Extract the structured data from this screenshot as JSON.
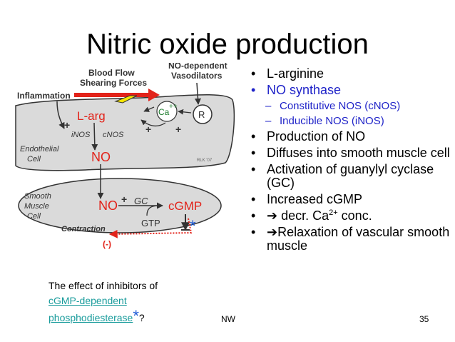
{
  "title": "Nitric oxide production",
  "diagram": {
    "blood_flow": "Blood Flow",
    "shearing_forces": "Shearing Forces",
    "no_dependent": "NO-dependent",
    "vasodilators": "Vasodilators",
    "inflammation": "Inflammation",
    "larg": "L-arg",
    "ca": "Ca",
    "ca_sup": "++",
    "r": "R",
    "inos": "iNOS",
    "cnos": "cNOS",
    "endothelial": "Endothelial",
    "cell": "Cell",
    "no_top": "NO",
    "smooth": "Smooth",
    "muscle": "Muscle",
    "cell2": "Cell",
    "no_bottom": "NO",
    "gc": "GC",
    "cgmp": "cGMP",
    "gtp": "GTP",
    "contraction": "Contraction",
    "minus": "(-)",
    "plus": "+",
    "star": "*",
    "signature": "RLK '07"
  },
  "bullets": [
    {
      "text": "L-arginine"
    },
    {
      "text": "NO synthase"
    },
    {
      "text": "Constitutive NOS (cNOS)"
    },
    {
      "text": "Inducible NOS (iNOS)"
    },
    {
      "text": "Production of NO"
    },
    {
      "text": "Diffuses into smooth muscle cell"
    },
    {
      "text": "Activation of guanylyl cyclase (GC)"
    },
    {
      "text": "Increased cGMP"
    },
    {
      "pre": "➔ decr. Ca",
      "sup": "2+",
      "post": " conc."
    },
    {
      "text": "➔Relaxation of vascular smooth muscle"
    }
  ],
  "bullet_marker": "•",
  "sub_marker": "–",
  "question": {
    "line1": "The effect of inhibitors of",
    "link1": "cGMP-dependent",
    "link2": "phosphodiesterase",
    "star": "*",
    "end": "?"
  },
  "footer": {
    "author": "NW",
    "page": "35"
  },
  "colors": {
    "red": "#E2231A",
    "blue": "#1F23C8",
    "teal": "#1A9C9C",
    "cell_fill": "#DADADA"
  }
}
